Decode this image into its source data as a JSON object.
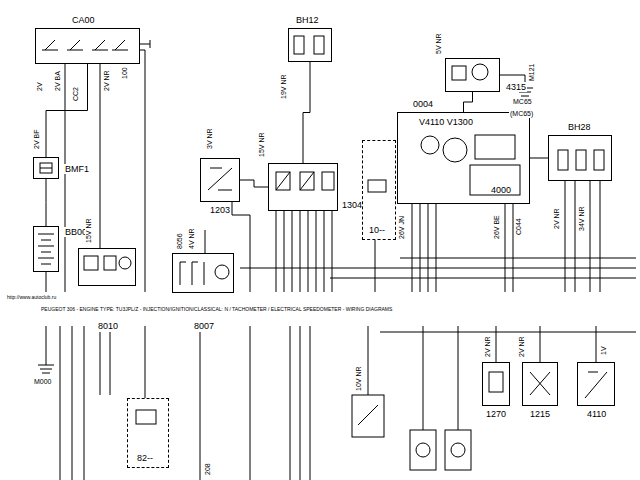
{
  "diagram": {
    "nodes": [
      {
        "text": [
          "CA00"
        ]
      },
      {
        "text": [
          "BH12"
        ]
      },
      {
        "text": [
          "4315"
        ]
      },
      {
        "text": [
          "BMF1"
        ]
      },
      {
        "text": [
          "BB00"
        ]
      },
      {
        "text": [
          "1203"
        ]
      },
      {
        "text": [
          "1304"
        ]
      },
      {
        "text": [
          "0004",
          "V4110 V1300",
          "4000"
        ]
      },
      {
        "text": [
          "10--"
        ]
      },
      {
        "text": [
          "BH28"
        ]
      },
      {
        "text": [
          "8010"
        ]
      },
      {
        "text": [
          "8007"
        ]
      },
      {
        "text": [
          "82--"
        ]
      },
      {
        "text": [
          "1270"
        ]
      },
      {
        "text": [
          "1215"
        ]
      },
      {
        "text": [
          "4110"
        ]
      }
    ],
    "edges": [
      {
        "from": 0,
        "to": 3,
        "arrow": "none"
      },
      {
        "from": 3,
        "to": 4,
        "arrow": "none"
      },
      {
        "from": 1,
        "to": 6,
        "arrow": "none"
      },
      {
        "from": 5,
        "to": 6,
        "arrow": "none"
      },
      {
        "from": 7,
        "to": 9,
        "arrow": "none"
      },
      {
        "from": 2,
        "to": 7,
        "arrow": "none"
      }
    ],
    "labels": [
      "http://www.autoclub.ru",
      "PEUGEOT 306 - ENGINE TYPE: TU3JPL/Z - INJECTION/IGNITION/CLASSICAL: N / TACHOMETER / ELECTRICAL SPEEDOMETER - WIRING DIAGRAMS",
      "2V",
      "2V BA",
      "2V NR",
      "100",
      "CC2",
      "2V BF",
      "19V NR",
      "5V NR",
      "M121",
      "MC65",
      "(MC65)",
      "3V NR",
      "15V NR",
      "26V JN",
      "26V BE",
      "C044",
      "2V NR",
      "34V NR",
      "15V NR",
      "4V NR",
      "8056",
      "M000",
      "10V NR",
      "2V NR",
      "2V NR",
      "1V",
      "208"
    ]
  }
}
